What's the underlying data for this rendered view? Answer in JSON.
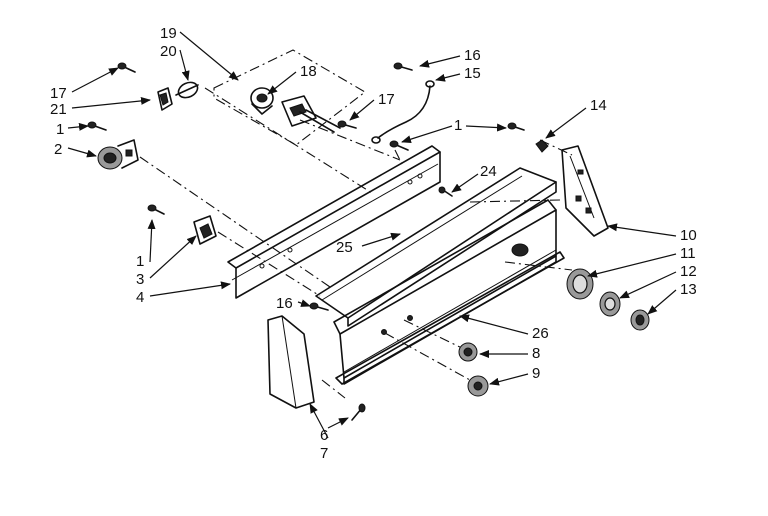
{
  "callouts": [
    {
      "id": "c19",
      "text": "19"
    },
    {
      "id": "c20",
      "text": "20"
    },
    {
      "id": "c18",
      "text": "18"
    },
    {
      "id": "c17a",
      "text": "17"
    },
    {
      "id": "c21",
      "text": "21"
    },
    {
      "id": "c1a",
      "text": "1"
    },
    {
      "id": "c2",
      "text": "2"
    },
    {
      "id": "c16a",
      "text": "16"
    },
    {
      "id": "c15",
      "text": "15"
    },
    {
      "id": "c17b",
      "text": "17"
    },
    {
      "id": "c1b",
      "text": "1"
    },
    {
      "id": "c14",
      "text": "14"
    },
    {
      "id": "c24",
      "text": "24"
    },
    {
      "id": "c25",
      "text": "25"
    },
    {
      "id": "c1c",
      "text": "1"
    },
    {
      "id": "c3",
      "text": "3"
    },
    {
      "id": "c4",
      "text": "4"
    },
    {
      "id": "c16b",
      "text": "16"
    },
    {
      "id": "c10",
      "text": "10"
    },
    {
      "id": "c11",
      "text": "11"
    },
    {
      "id": "c12",
      "text": "12"
    },
    {
      "id": "c13",
      "text": "13"
    },
    {
      "id": "c26",
      "text": "26"
    },
    {
      "id": "c8",
      "text": "8"
    },
    {
      "id": "c9",
      "text": "9"
    },
    {
      "id": "c6",
      "text": "6"
    },
    {
      "id": "c7",
      "text": "7"
    }
  ]
}
